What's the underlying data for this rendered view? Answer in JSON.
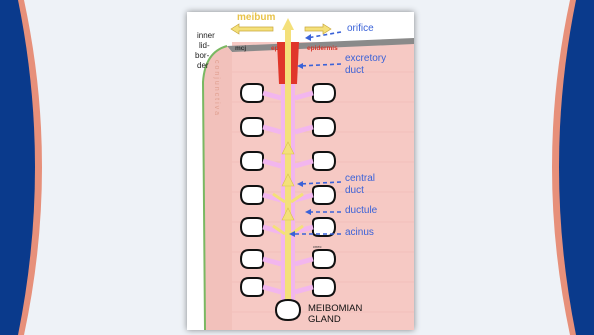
{
  "diagram": {
    "labels": {
      "meibum": "meibum",
      "orifice": "orifice",
      "inner_lid_border": [
        "inner",
        "lid-",
        "bor-",
        "der"
      ],
      "mcj": "mcj",
      "ep": "ep",
      "epidermis": "epidermis",
      "excretory_duct": [
        "excretory",
        "duct"
      ],
      "conjunctiva": "conjunctiva",
      "central_duct": [
        "central",
        "duct"
      ],
      "ductule": "ductule",
      "acinus": "acinus",
      "gland_name": [
        "MEIBOMIAN",
        "GLAND"
      ],
      "tiny": "cnec"
    },
    "colors": {
      "slide_accent_blue": "#0a3a8c",
      "slide_accent_salmon": "#e7907a",
      "tissue_pink": "#f6c9c4",
      "duct_pink": "#f2b6ee",
      "lumen_yellow": "#f4e07a",
      "duct_red": "#e0362a",
      "conjunctiva_green": "#7ab862",
      "label_blue": "#3a62d8"
    }
  }
}
